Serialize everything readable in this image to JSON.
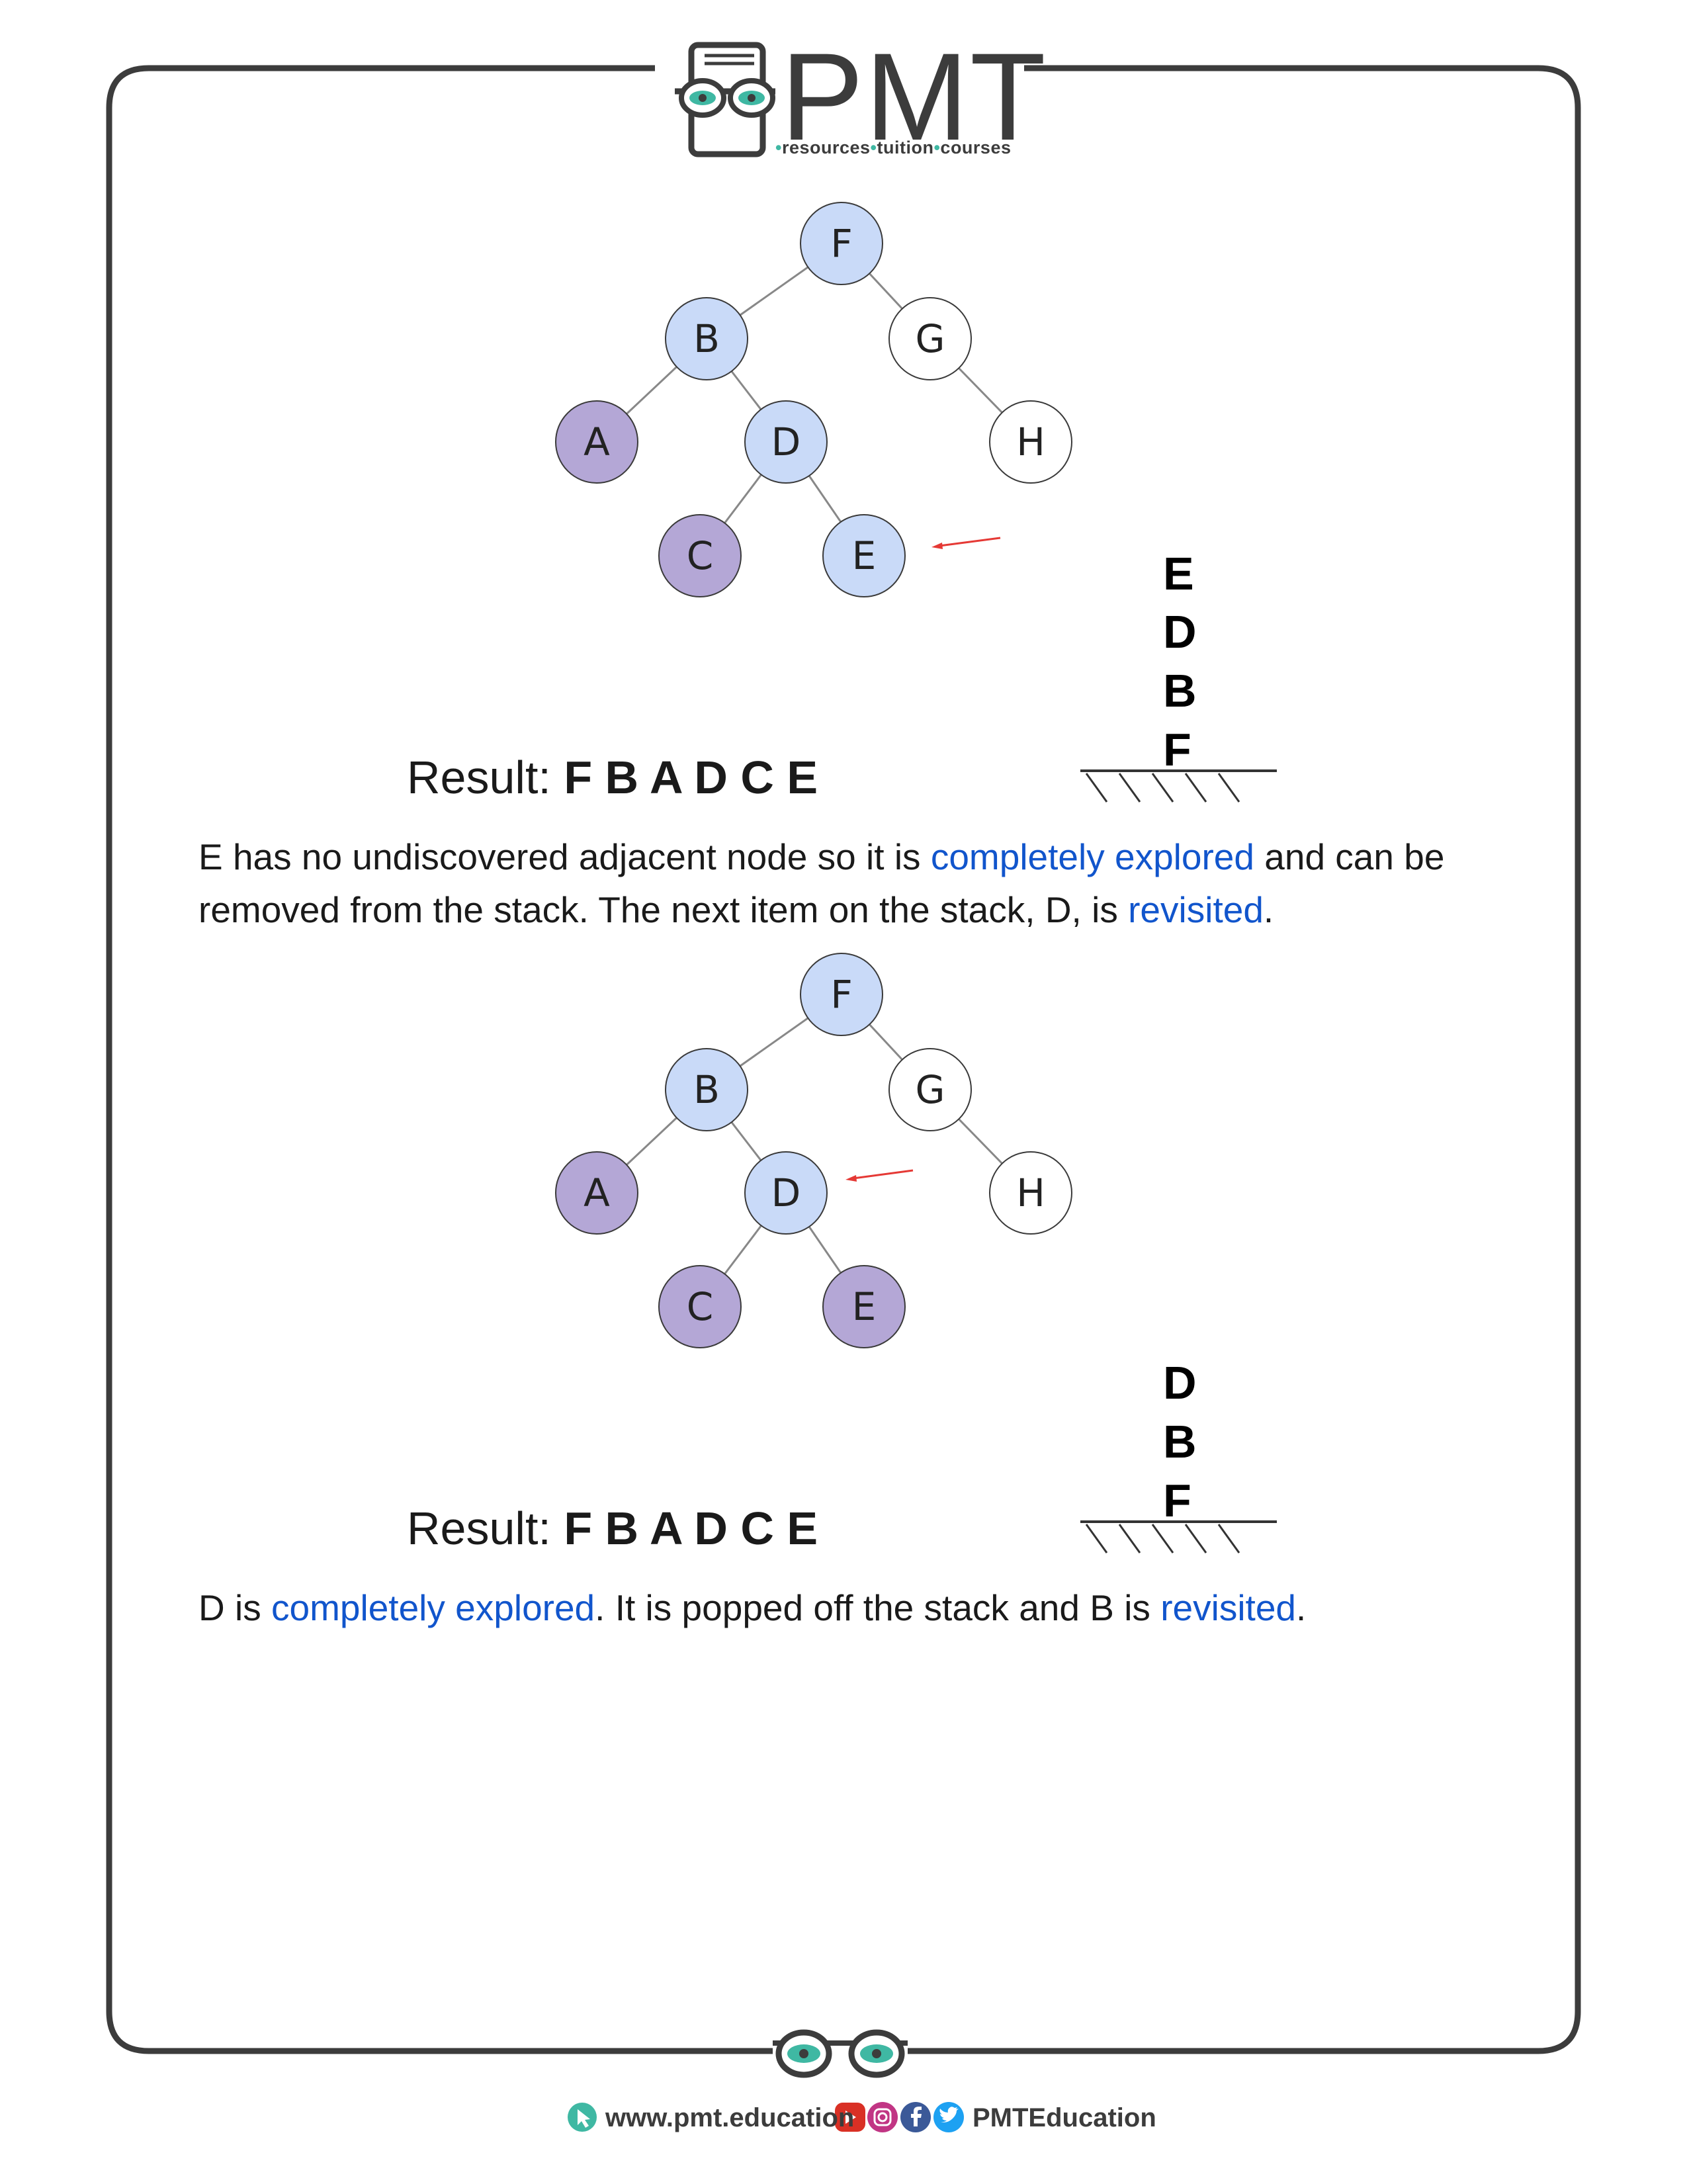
{
  "header": {
    "logo_text": "PMT",
    "tagline_1": "resources",
    "tagline_2": "tuition",
    "tagline_3": "courses"
  },
  "colors": {
    "discovered": "#c9daf8",
    "explored": "#b4a7d6",
    "undiscovered": "#ffffff",
    "highlight_text": "#1155cc",
    "pointer_arrow": "#e53935",
    "frame": "#3c3c3c",
    "accent": "#3fb8a3"
  },
  "step1": {
    "nodes": {
      "F": {
        "label": "F",
        "state": "discovered"
      },
      "B": {
        "label": "B",
        "state": "discovered"
      },
      "G": {
        "label": "G",
        "state": "undiscovered"
      },
      "A": {
        "label": "A",
        "state": "explored"
      },
      "D": {
        "label": "D",
        "state": "discovered"
      },
      "H": {
        "label": "H",
        "state": "undiscovered"
      },
      "C": {
        "label": "C",
        "state": "explored"
      },
      "E": {
        "label": "E",
        "state": "discovered"
      }
    },
    "pointer_target": "E",
    "stack": [
      "E",
      "D",
      "B",
      "F"
    ],
    "result_label": "Result:",
    "result_value": "F B A D C E",
    "para_1": "E has no undiscovered adjacent node so it is ",
    "para_hl_1": "completely explored",
    "para_2": " and can be removed from the stack. The next item on the stack, D, is ",
    "para_hl_2": "revisited",
    "para_3": "."
  },
  "step2": {
    "nodes": {
      "F": {
        "label": "F",
        "state": "discovered"
      },
      "B": {
        "label": "B",
        "state": "discovered"
      },
      "G": {
        "label": "G",
        "state": "undiscovered"
      },
      "A": {
        "label": "A",
        "state": "explored"
      },
      "D": {
        "label": "D",
        "state": "discovered"
      },
      "H": {
        "label": "H",
        "state": "undiscovered"
      },
      "C": {
        "label": "C",
        "state": "explored"
      },
      "E": {
        "label": "E",
        "state": "explored"
      }
    },
    "pointer_target": "D",
    "stack": [
      "D",
      "B",
      "F"
    ],
    "result_label": "Result:",
    "result_value": "F B A D C E",
    "para_1": "D is ",
    "para_hl_1": "completely explored",
    "para_2": ". It is popped off the stack and B is ",
    "para_hl_2": "revisited",
    "para_3": "."
  },
  "footer": {
    "website": "www.pmt.education",
    "social_handle": "PMTEducation",
    "social_icons": [
      "youtube-icon",
      "instagram-icon",
      "facebook-icon",
      "twitter-icon"
    ]
  }
}
